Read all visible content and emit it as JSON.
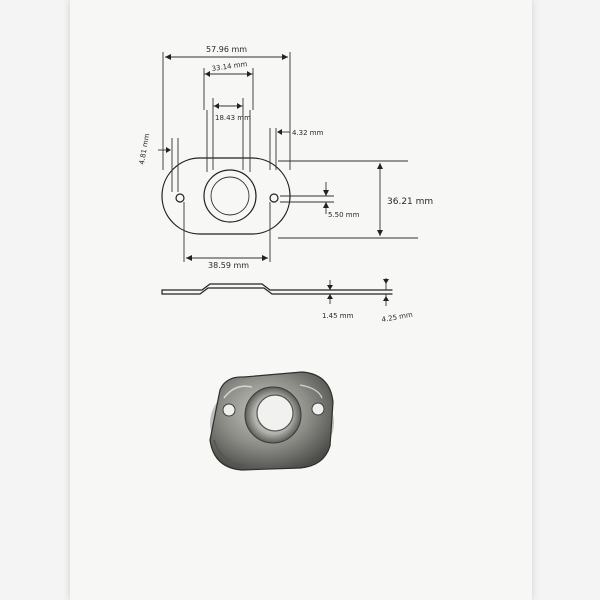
{
  "sketch": {
    "overall_width": "57.96 mm",
    "slot_width": "33.14 mm",
    "inner_width": "18.43 mm",
    "left_margin": "4.81 mm",
    "right_margin": "4.32 mm",
    "height": "36.21 mm",
    "hole_offset": "5.50 mm",
    "hole_spacing": "38.59 mm",
    "thickness": "1.45 mm",
    "total_height": "4.25 mm"
  },
  "colors": {
    "paper": "#f7f7f5",
    "ink": "#222222",
    "metal": "#8a8a86"
  }
}
